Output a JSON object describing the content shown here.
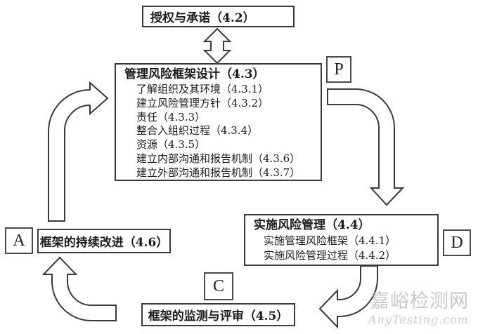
{
  "diagram": {
    "authorize_box": {
      "title": "授权与承诺（4.2）"
    },
    "design_box": {
      "title": "管理风险框架设计（4.3）",
      "items": [
        "了解组织及其环境（4.3.1）",
        "建立风险管理方针（4.3.2）",
        "责任（4.3.3）",
        "整合入组织过程（4.3.4）",
        "资源（4.3.5）",
        "建立内部沟通和报告机制（4.3.6）",
        "建立外部沟通和报告机制（4.3.7）"
      ]
    },
    "implement_box": {
      "title": "实施风险管理（4.4）",
      "items": [
        "实施管理风险框架（4.4.1）",
        "实施风险管理过程（4.4.2）"
      ]
    },
    "improve_box": {
      "title": "框架的持续改进（4.6）"
    },
    "monitor_box": {
      "title": "框架的监测与评审（4.5）"
    },
    "pdca_labels": {
      "plan": "P",
      "do": "D",
      "check": "C",
      "act": "A"
    },
    "arrow_icons": [
      {
        "name": "authorize-design-double-arrow-icon",
        "type": "double-headed-vertical"
      },
      {
        "name": "improve-to-design-arrow-icon",
        "type": "curved-up-right"
      },
      {
        "name": "design-to-implement-arrow-icon",
        "type": "curved-right-down"
      },
      {
        "name": "implement-to-monitor-arrow-icon",
        "type": "curved-down-left"
      },
      {
        "name": "monitor-to-improve-arrow-icon",
        "type": "curved-left-up"
      }
    ]
  },
  "watermark": {
    "site_name": "嘉峪检测网",
    "site_url": "AnyTesting.com"
  },
  "colors": {
    "line": "#3a3a3a",
    "text": "#1c1c1c",
    "watermark": "#c7c7c7",
    "background": "#ffffff"
  }
}
